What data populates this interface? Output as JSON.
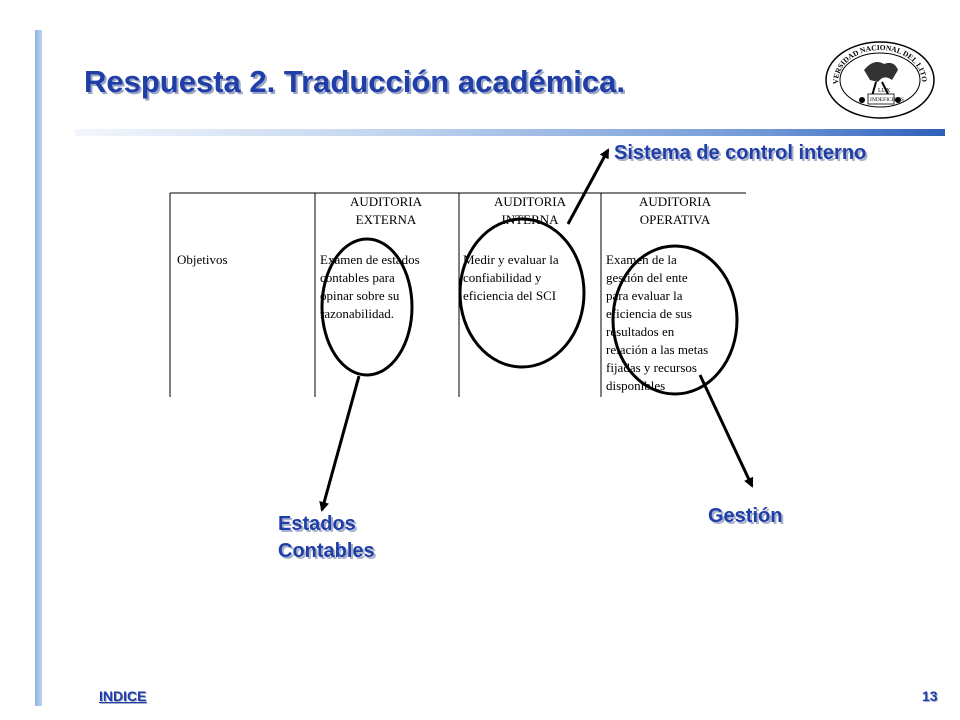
{
  "slide": {
    "title": "Respuesta 2. Traducción académica.",
    "footer_index": "INDICE",
    "page_number": "13"
  },
  "table": {
    "headers": [
      [
        "AUDITORIA",
        "EXTERNA"
      ],
      [
        "AUDITORIA",
        "INTERNA"
      ],
      [
        "AUDITORIA",
        "OPERATIVA"
      ]
    ],
    "row_label": "Objetivos",
    "cells": [
      [
        "Examen de estados",
        "contables para",
        "opinar sobre su",
        "razonabilidad."
      ],
      [
        "Medir y evaluar la",
        "confiabilidad y",
        "eficiencia del SCI"
      ],
      [
        "Examen de la",
        "gestión del ente",
        "para evaluar la",
        "eficiencia de sus",
        "resultados en",
        "relación a las metas",
        "fijadas y recursos",
        "disponibles"
      ]
    ]
  },
  "labels": {
    "sistema": "Sistema de control interno",
    "estados_line1": "Estados",
    "estados_line2": "Contables",
    "gestion": "Gestión"
  },
  "seal": {
    "top_text": "UNIVERSIDAD NACIONAL DEL LITORAL",
    "motto_line1": "LUX",
    "motto_line2": "INDEFICIENS"
  },
  "colors": {
    "accent": "#1f3ea8"
  }
}
